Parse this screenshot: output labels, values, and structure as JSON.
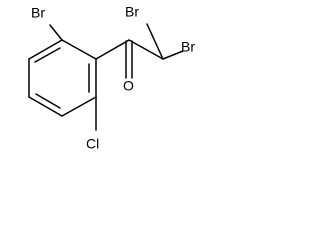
{
  "molecule": {
    "atoms": {
      "br_ring": "Br",
      "cl": "Cl",
      "o": "O",
      "br_top": "Br",
      "br_right": "Br"
    }
  }
}
